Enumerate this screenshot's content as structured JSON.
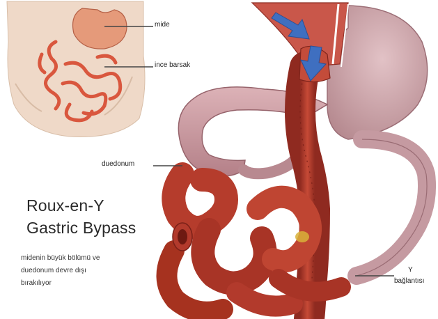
{
  "labels": {
    "stomach": "mide",
    "small_intestine": "ince barsak",
    "duodenum": "duedonum",
    "y_junction_1": "Y",
    "y_junction_2": "bağlantısı"
  },
  "title": {
    "line1": "Roux-en-Y",
    "line2": "Gastric Bypass"
  },
  "description": {
    "line1": "midenin büyük bölümü ve",
    "line2": "duedonum devre dışı",
    "line3": "bırakılıyor"
  },
  "colors": {
    "intestine_red": "#b23a2c",
    "bypassed_pink": "#c99aa0",
    "skin": "#efd9c8",
    "arrow_blue": "#3f6fc0",
    "background": "#ffffff"
  }
}
